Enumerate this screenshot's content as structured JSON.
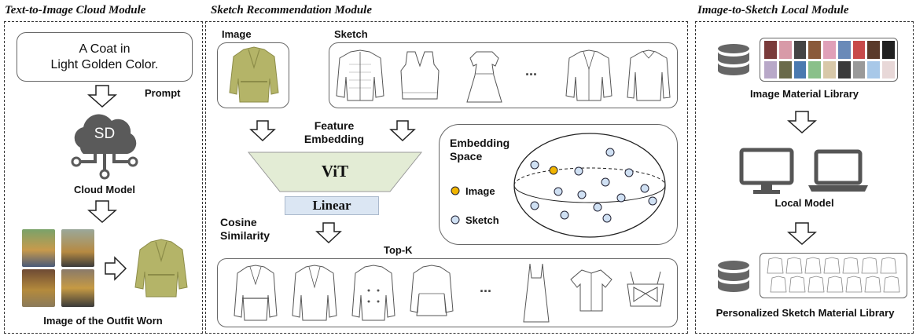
{
  "modules": {
    "left": {
      "title": "Text-to-Image Cloud Module"
    },
    "middle": {
      "title": "Sketch Recommendation Module"
    },
    "right": {
      "title": "Image-to-Sketch Local Module"
    }
  },
  "left": {
    "prompt_text": "A Coat in\nLight Golden Color.",
    "prompt_label": "Prompt",
    "sd_text": "SD",
    "cloud_model_label": "Cloud Model",
    "outfit_label": "Image of the Outfit Worn"
  },
  "middle": {
    "image_label": "Image",
    "sketch_label": "Sketch",
    "ellipsis": "...",
    "feature_embedding_label": "Feature\nEmbedding",
    "vit_label": "ViT",
    "linear_label": "Linear",
    "cosine_label": "Cosine\nSimilarity",
    "topk_label": "Top-K",
    "embedding_space_label": "Embedding\nSpace",
    "legend_image": "Image",
    "legend_sketch": "Sketch"
  },
  "right": {
    "image_library_label": "Image Material Library",
    "local_model_label": "Local Model",
    "sketch_library_label": "Personalized Sketch Material Library"
  },
  "colors": {
    "vit_fill": "#e3ecd5",
    "linear_fill": "#dbe6f3",
    "image_dot": "#f0b400",
    "sketch_dot": "#cfe0f3",
    "coat": "#b4b468",
    "db": "#666666"
  }
}
